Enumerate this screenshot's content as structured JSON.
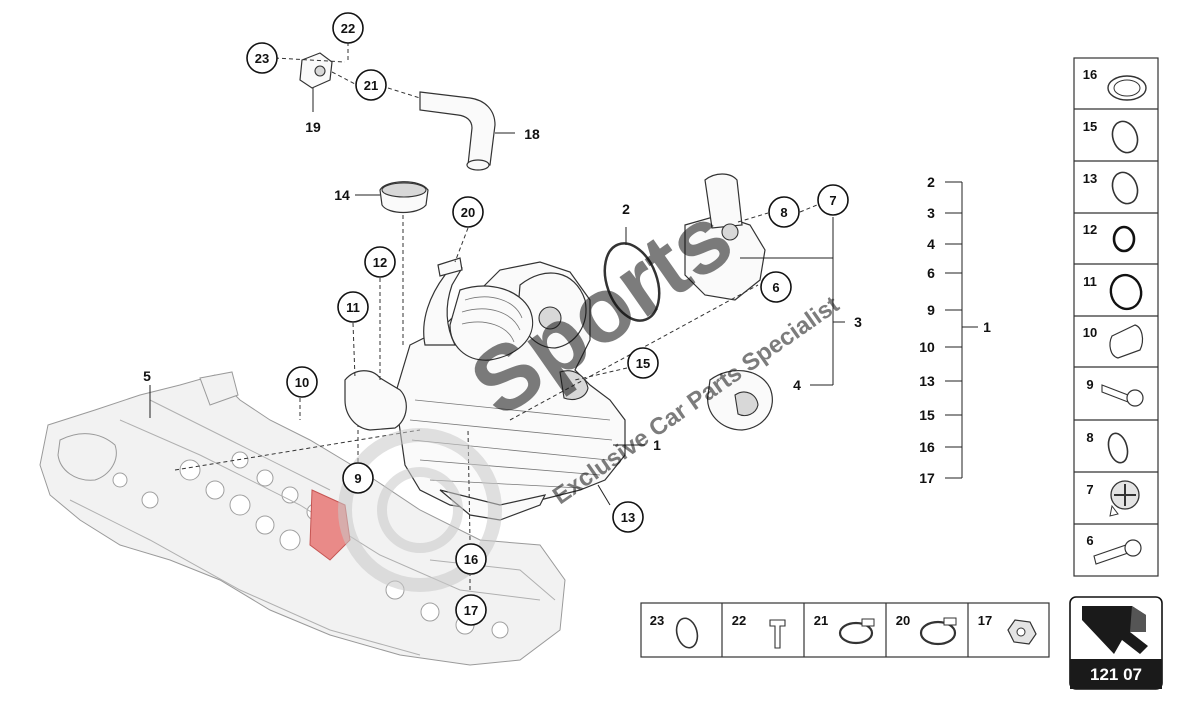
{
  "diagram_id": "121 07",
  "watermark": {
    "brand": "Sports",
    "tagline": "Exclusive Car Parts Specialist"
  },
  "callouts": [
    {
      "label": "23"
    },
    {
      "label": "22"
    },
    {
      "label": "21"
    },
    {
      "label": "20"
    },
    {
      "label": "12"
    },
    {
      "label": "11"
    },
    {
      "label": "10"
    },
    {
      "label": "9"
    },
    {
      "label": "16"
    },
    {
      "label": "17"
    },
    {
      "label": "13"
    },
    {
      "label": "15"
    },
    {
      "label": "8"
    },
    {
      "label": "7"
    },
    {
      "label": "6"
    }
  ],
  "plain_labels": [
    {
      "label": "19"
    },
    {
      "label": "18"
    },
    {
      "label": "14"
    },
    {
      "label": "2"
    },
    {
      "label": "5"
    },
    {
      "label": "1"
    },
    {
      "label": "3"
    },
    {
      "label": "4"
    }
  ],
  "assembly_list": {
    "items": [
      "2",
      "3",
      "4",
      "6",
      "9",
      "10",
      "13",
      "15",
      "16",
      "17"
    ],
    "parent": "1"
  },
  "side_panel": [
    "16",
    "15",
    "13",
    "12",
    "11",
    "10",
    "9",
    "8",
    "7",
    "6"
  ],
  "bottom_panel": [
    "23",
    "22",
    "21",
    "20",
    "17"
  ],
  "colors": {
    "ink": "#111111",
    "watermark": "#c8c8c8",
    "accent": "#d9413f"
  }
}
